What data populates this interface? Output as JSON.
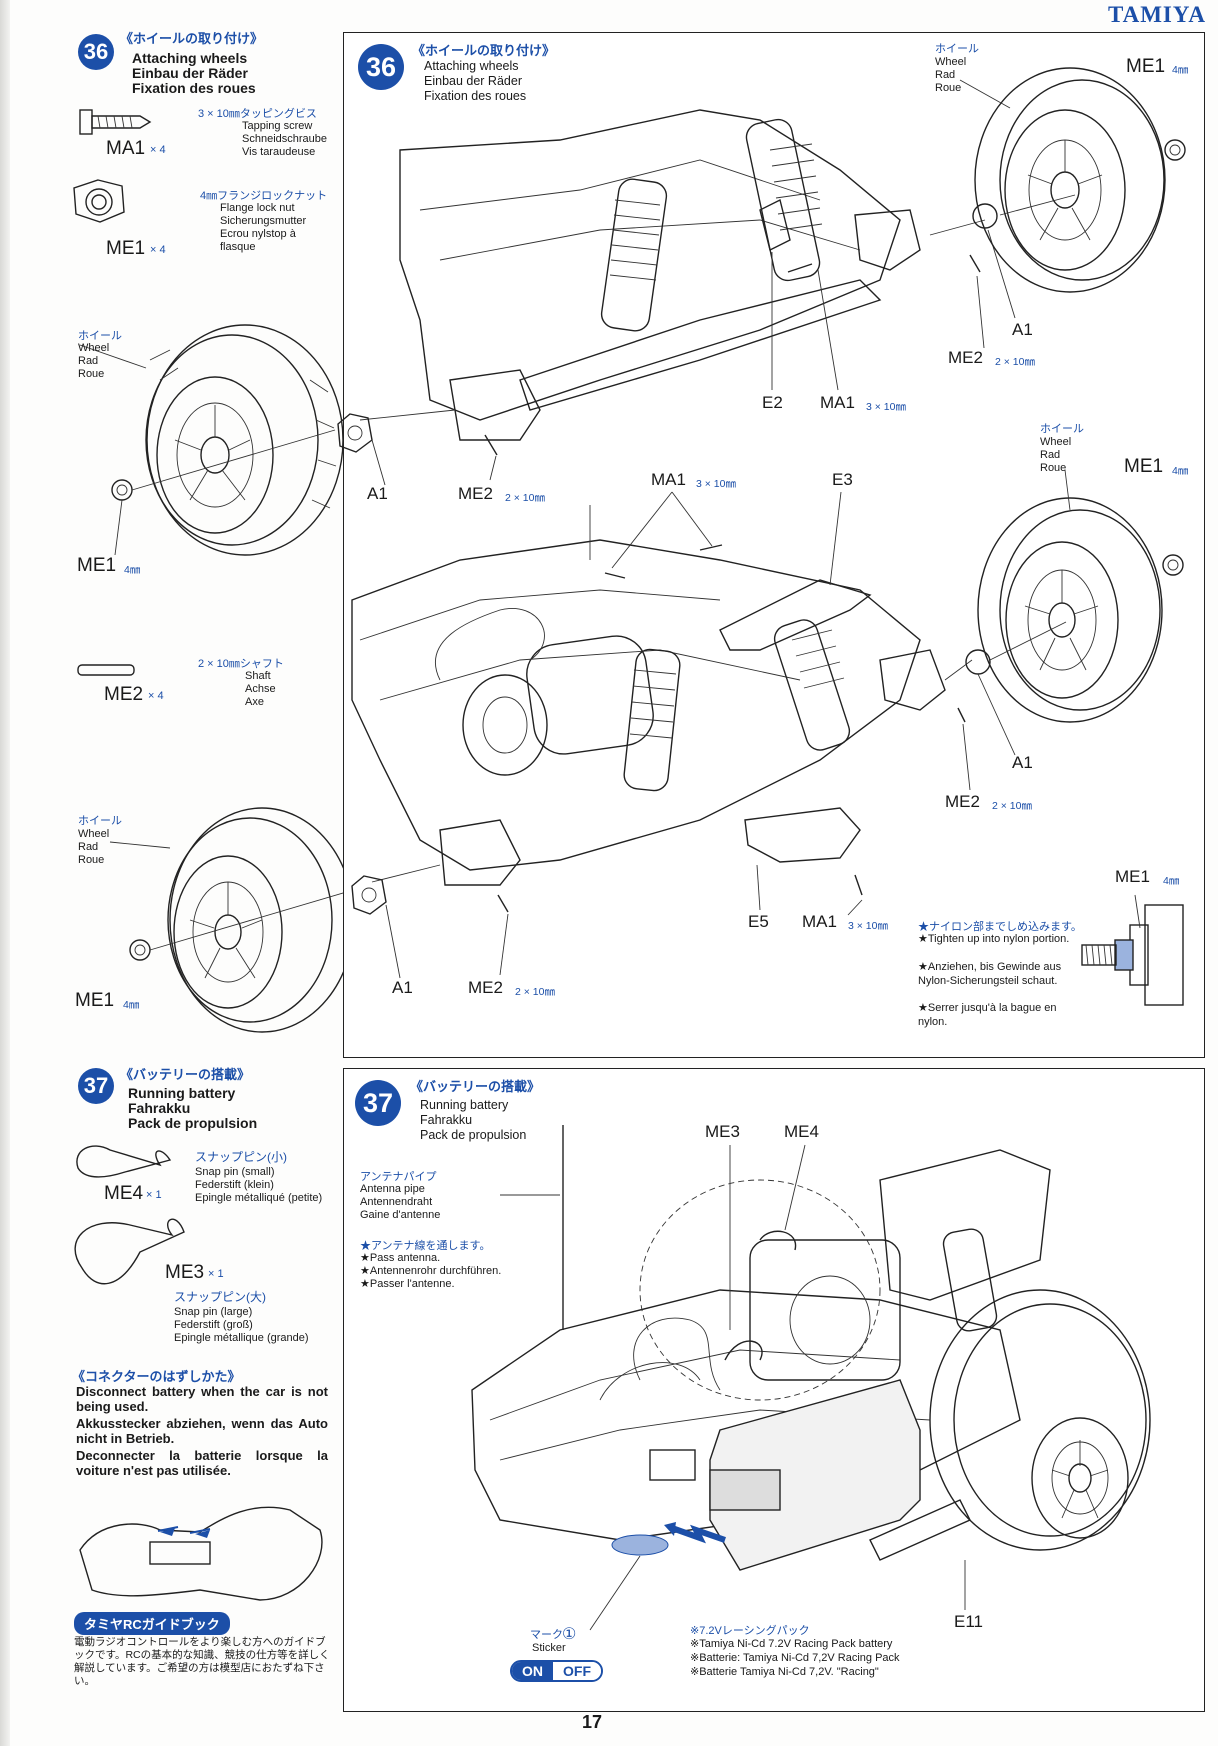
{
  "brand": "TAMIYA",
  "page_number": "17",
  "step36": {
    "number": "36",
    "title_jp": "《ホイールの取り付け》",
    "title_en": "Attaching wheels",
    "title_de": "Einbau der Räder",
    "title_fr": "Fixation des roues",
    "parts": [
      {
        "code": "MA1",
        "qty": "× 4",
        "jp": "3 × 10㎜タッピングビス",
        "en": "Tapping screw",
        "de": "Schneidschraube",
        "fr": "Vis taraudeuse"
      },
      {
        "code": "ME1",
        "qty": "× 4",
        "jp": "4㎜フランジロックナット",
        "en": "Flange lock nut",
        "de": "Sicherungsmutter",
        "fr": "Ecrou nylstop à flasque"
      },
      {
        "code": "ME2",
        "qty": "× 4",
        "jp": "2 × 10㎜シャフト",
        "en": "Shaft",
        "de": "Achse",
        "fr": "Axe"
      }
    ],
    "wheel_label": {
      "jp": "ホイール",
      "en": "Wheel",
      "de": "Rad",
      "fr": "Roue"
    },
    "labels": {
      "ME1": "ME1",
      "ME1_dim": "4㎜",
      "ME2": "ME2",
      "ME2_dim": "2 × 10㎜",
      "MA1": "MA1",
      "MA1_dim": "3 × 10㎜",
      "A1": "A1",
      "E2": "E2",
      "E3": "E3",
      "E5": "E5"
    },
    "tighten_note": {
      "jp": "★ナイロン部までしめ込みます。",
      "en": "★Tighten up into nylon portion.",
      "de": "★Anziehen, bis Gewinde aus Nylon-Sicherungsteil schaut.",
      "fr": "★Serrer jusqu'à la bague en nylon."
    }
  },
  "step37": {
    "number": "37",
    "title_jp": "《バッテリーの搭載》",
    "title_en": "Running battery",
    "title_de": "Fahrakku",
    "title_fr": "Pack de propulsion",
    "parts": [
      {
        "code": "ME4",
        "qty": "× 1",
        "jp": "スナップピン(小)",
        "en": "Snap pin (small)",
        "de": "Federstift (klein)",
        "fr": "Epingle métalliqué (petite)"
      },
      {
        "code": "ME3",
        "qty": "× 1",
        "jp": "スナップピン(大)",
        "en": "Snap pin (large)",
        "de": "Federstift (groß)",
        "fr": "Epingle métallique (grande)"
      }
    ],
    "connector": {
      "jp": "《コネクターのはずしかた》",
      "en": "Disconnect battery when the car is not being used.",
      "de": "Akkusstecker abziehen, wenn das Auto nicht in Betrieb.",
      "fr": "Deconnecter la batterie lorsque la voiture n'est pas utilisée."
    },
    "guide": {
      "title": "タミヤRCガイドブック",
      "text": "電動ラジオコントロールをより楽しむ方へのガイドブックです。RCの基本的な知識、競技の仕方等を詳しく解説しています。ご希望の方は模型店におたずね下さい。"
    },
    "antenna": {
      "jp": "アンテナパイプ",
      "en": "Antenna pipe",
      "de": "Antennendraht",
      "fr": "Gaine d'antenne",
      "note_jp": "★アンテナ線を通します。",
      "note_en": "★Pass antenna.",
      "note_de": "★Antennenrohr durchführen.",
      "note_fr": "★Passer l'antenne."
    },
    "labels": {
      "ME3": "ME3",
      "ME4": "ME4",
      "E11": "E11"
    },
    "sticker": {
      "jp": "マーク",
      "num": "①",
      "en": "Sticker",
      "on": "ON",
      "off": "OFF"
    },
    "battery": {
      "jp": "※7.2Vレーシングパック",
      "en": "※Tamiya Ni-Cd 7.2V Racing Pack battery",
      "de": "※Batterie: Tamiya Ni-Cd 7,2V Racing Pack",
      "fr": "※Batterie Tamiya Ni-Cd 7,2V. \"Racing\""
    }
  }
}
